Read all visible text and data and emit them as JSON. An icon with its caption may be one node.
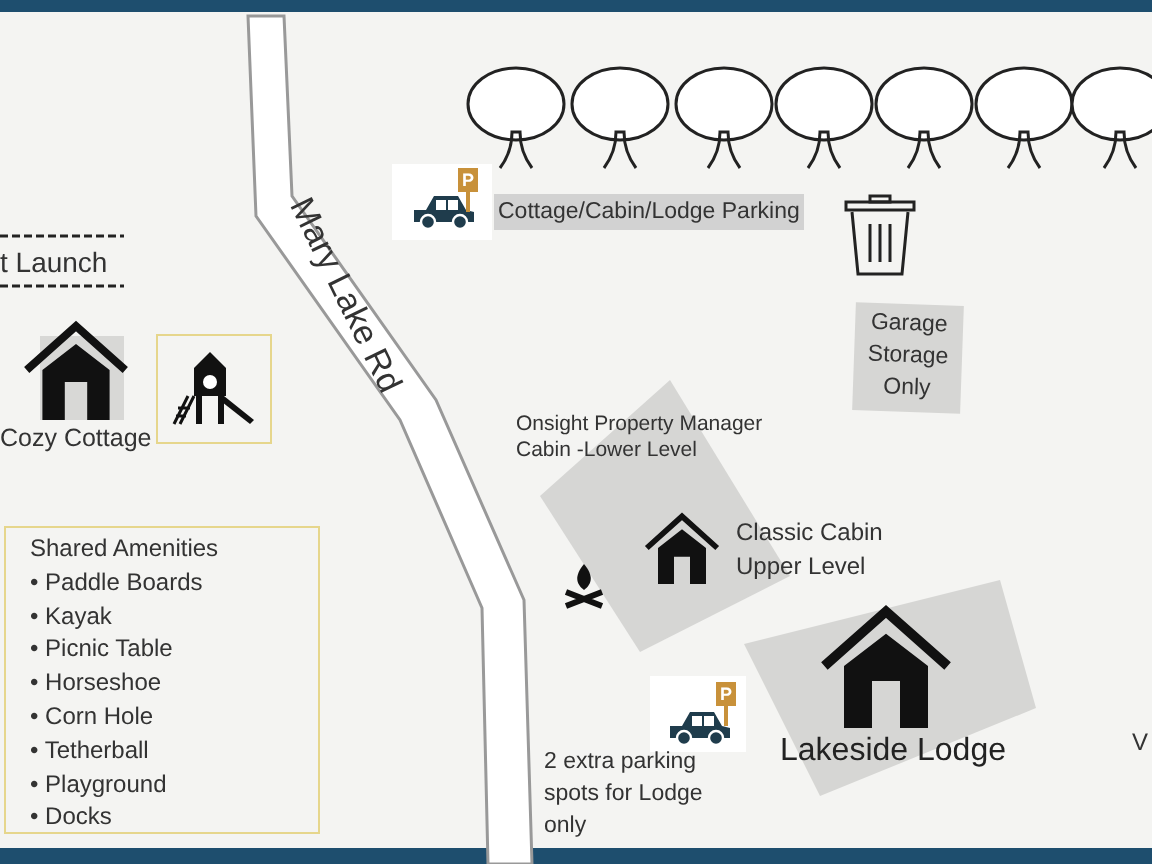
{
  "diagram": {
    "nodes": [
      {
        "text": [
          "Garage Storage Only"
        ]
      },
      {
        "text": [
          "Onsight Property Manager Cabin -Lower Level",
          "Classic Cabin Upper Level"
        ]
      },
      {
        "text": [
          "Lakeside Lodge"
        ]
      },
      {
        "text": [
          "Shared Amenities",
          "• Paddle Boards",
          "• Kayak",
          "• Picnic Table",
          "• Horseshoe",
          "• Corn Hole",
          "• Tetherball",
          "• Playground",
          "• Docks"
        ]
      },
      {
        "text": [],
        "shape": "box"
      }
    ],
    "labels": [
      "P",
      "Cottage/Cabin/Lodge Parking",
      "t Launch",
      "Mary Lake Rd",
      "Cozy Cottage",
      "P",
      "2 extra parking spots for Lodge only",
      "V"
    ]
  }
}
